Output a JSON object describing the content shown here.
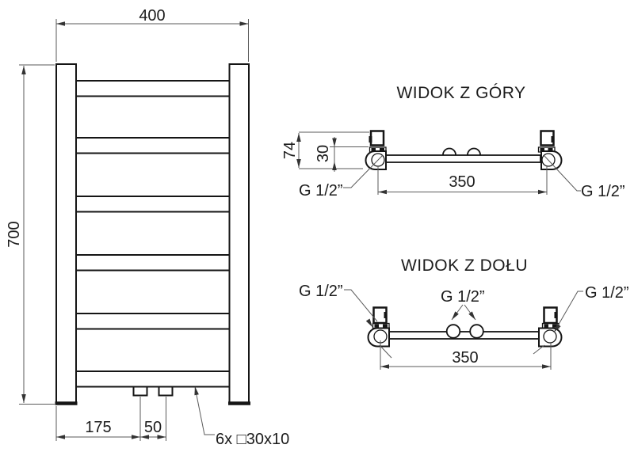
{
  "drawing": {
    "front": {
      "dim_width": "400",
      "dim_height": "700",
      "dim_pitch": "175",
      "dim_spacing": "50",
      "profile_note": "6x □30x10",
      "rung_count": 6
    },
    "top_view": {
      "title": "WIDOK Z GÓRY",
      "dim_depth": "74",
      "dim_axis": "30",
      "dim_centers": "350",
      "thread_left": "G 1/2”",
      "thread_right": "G 1/2”"
    },
    "bottom_view": {
      "title": "WIDOK Z DOŁU",
      "dim_centers": "350",
      "thread_left": "G 1/2”",
      "thread_center": "G 1/2”",
      "thread_right": "G 1/2”"
    },
    "colors": {
      "object_line": "#151515",
      "dimension_line": "#5a5a5a",
      "background": "#ffffff"
    }
  }
}
